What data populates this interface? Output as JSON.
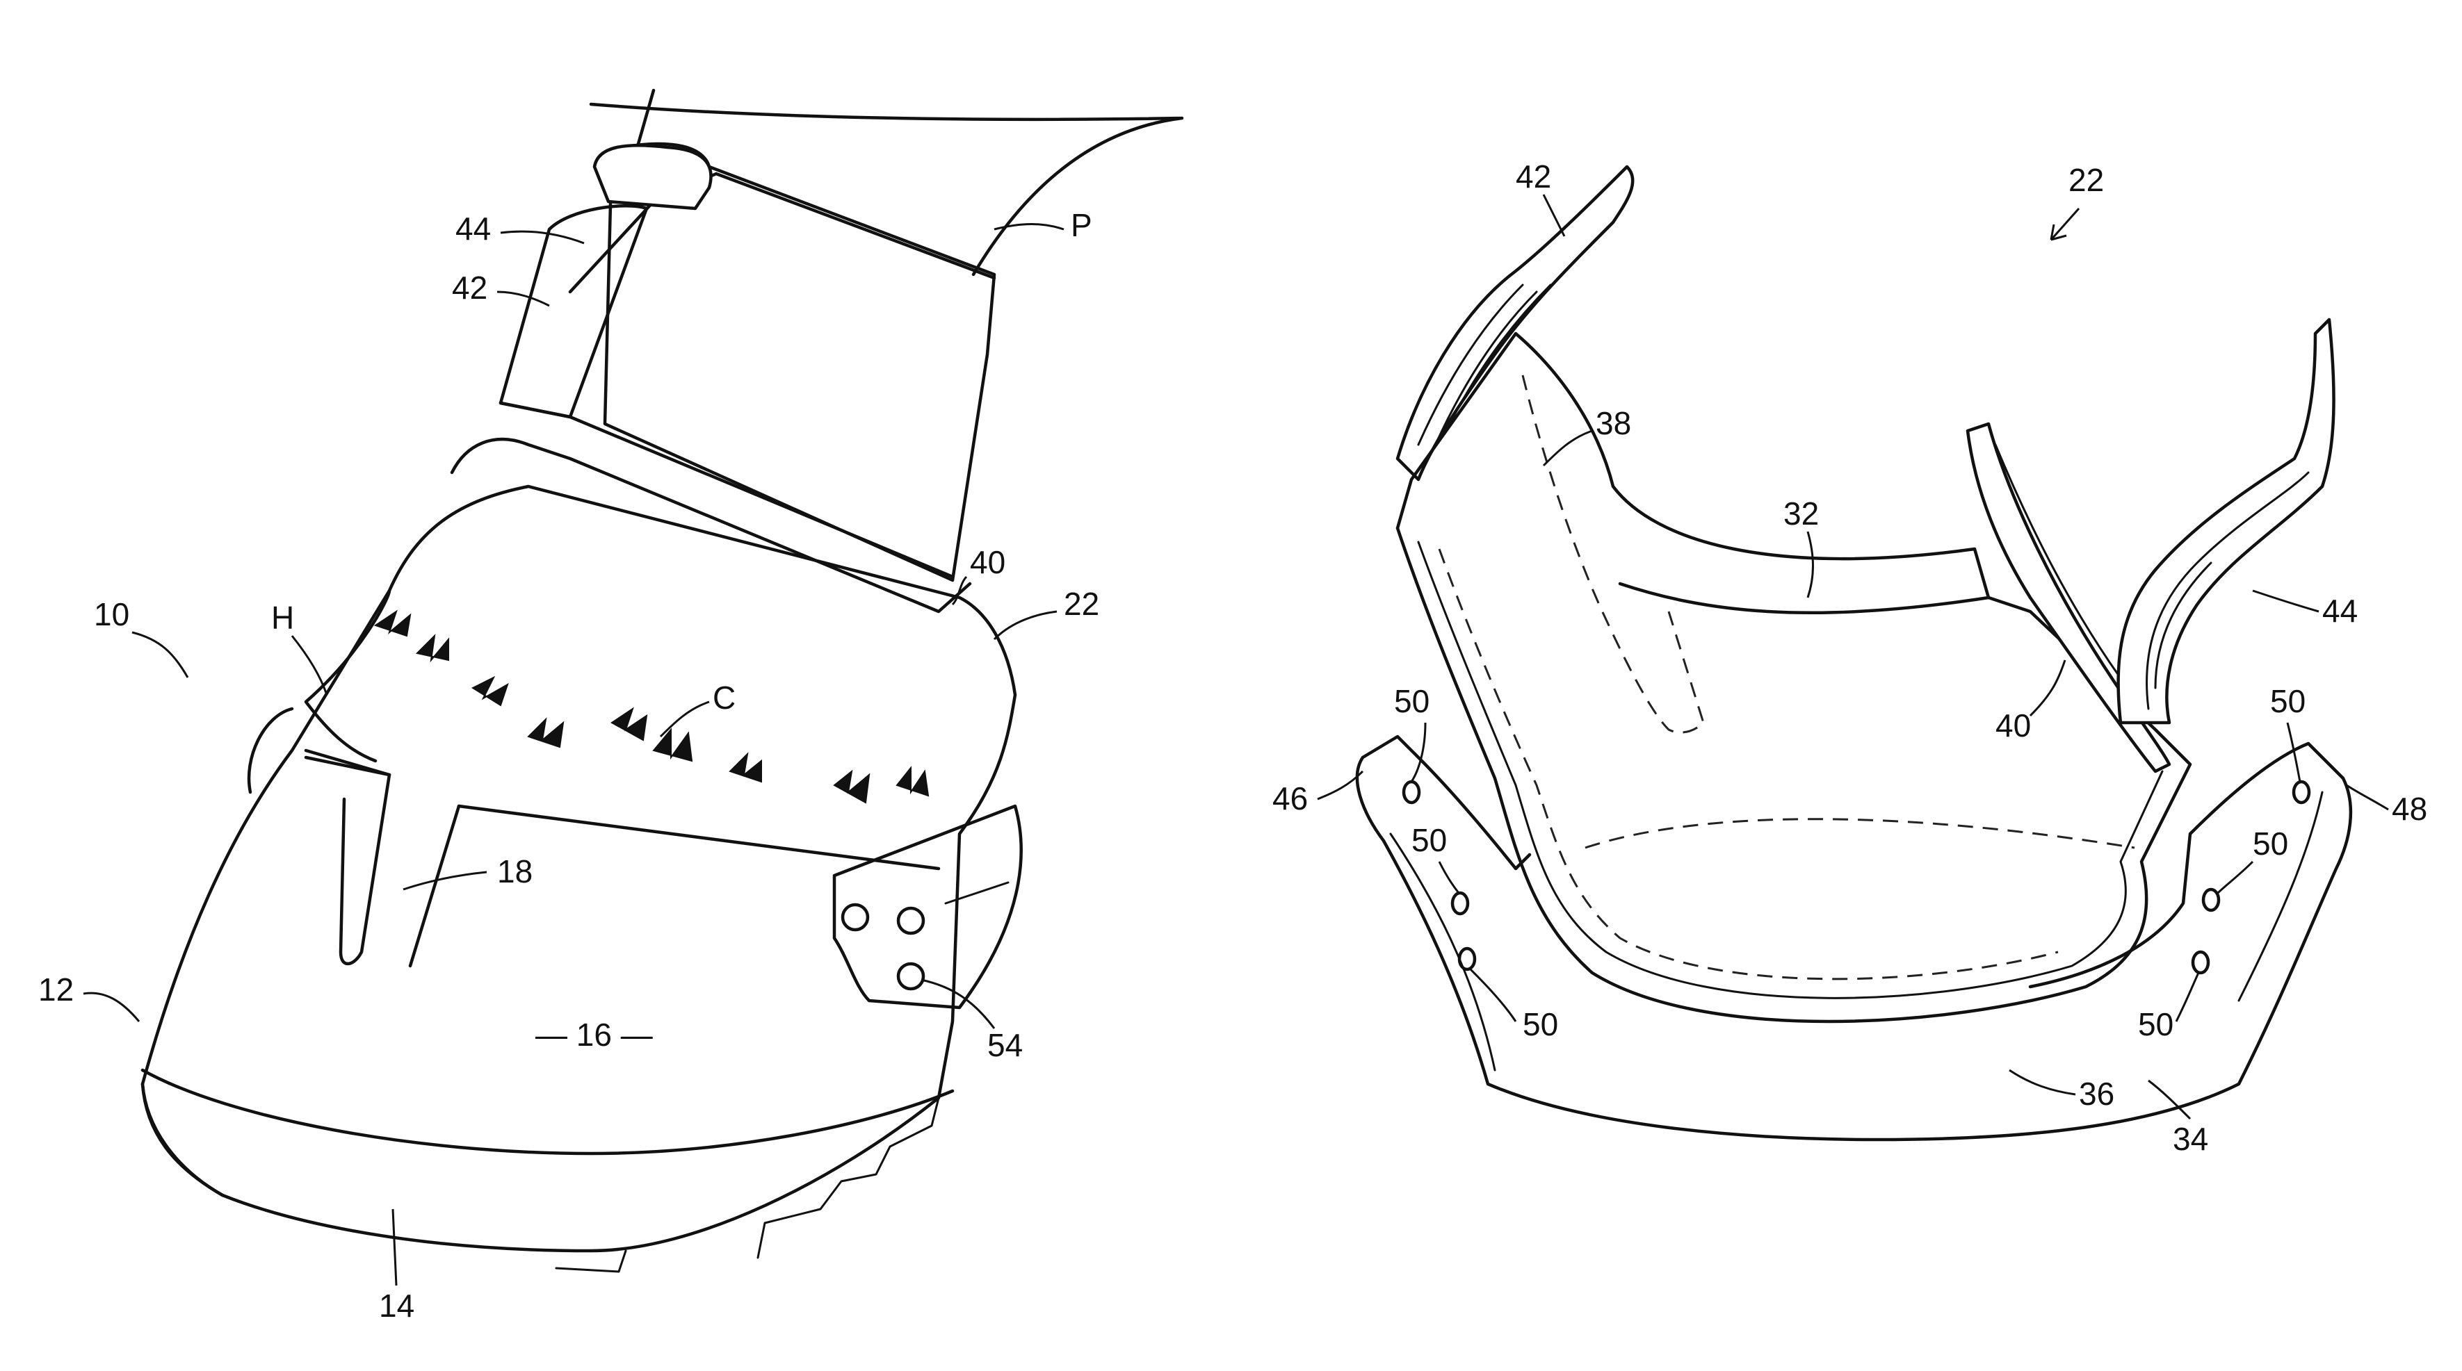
{
  "figure_left": {
    "labels": {
      "assembly": "10",
      "front": "12",
      "sole": "14",
      "body": "— 16 —",
      "slot": "18",
      "gaiter": "22",
      "collar": "40",
      "strap_loop": "42",
      "strap": "44",
      "fastener": "54",
      "hoof": "H",
      "coronet": "C",
      "pastern": "P"
    }
  },
  "figure_right": {
    "labels": {
      "gaiter": "22",
      "inner_panel": "32",
      "base": "34",
      "rim": "36",
      "front_flap": "38",
      "collar": "40",
      "strap_loop": "42",
      "strap": "44",
      "left_wing": "46",
      "right_wing": "48",
      "hole_a": "50",
      "hole_b": "50",
      "hole_c": "50",
      "hole_d": "50",
      "hole_e": "50",
      "hole_f": "50"
    }
  }
}
